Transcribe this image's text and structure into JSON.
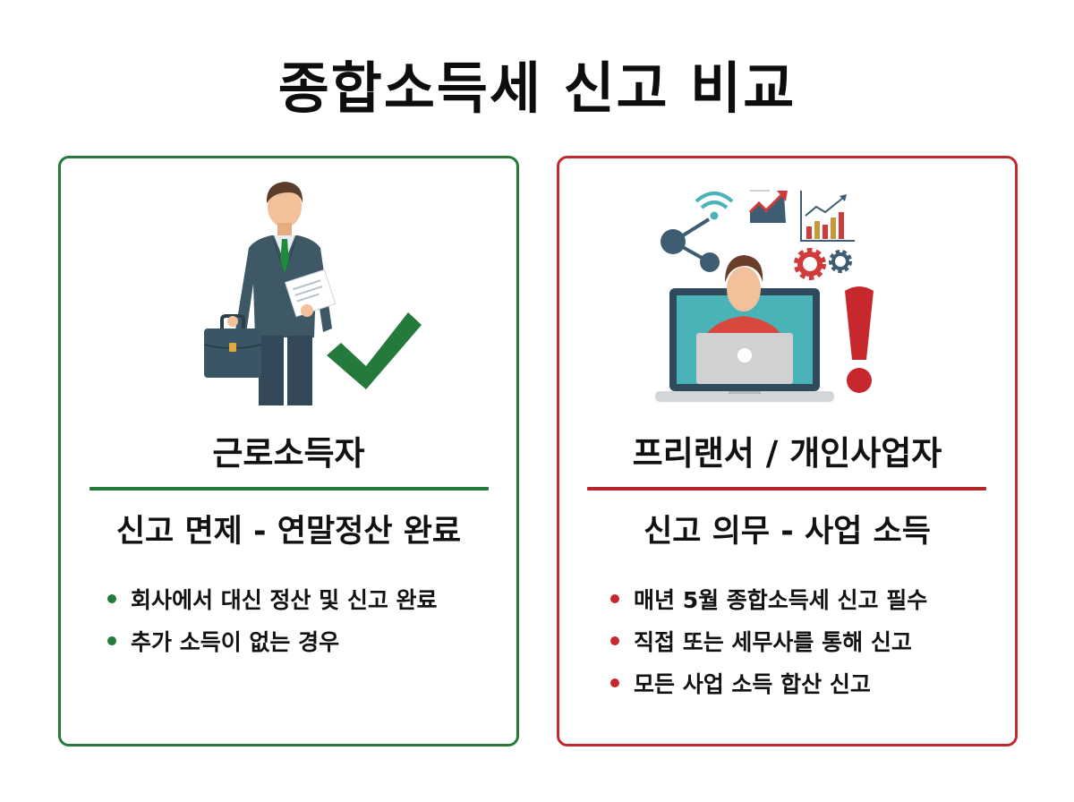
{
  "title": "종합소득세 신고 비교",
  "colors": {
    "green": "#237a3b",
    "red": "#c02a2d",
    "suit": "#3f5866",
    "skin": "#f2c19b",
    "hair": "#5a3d2b",
    "teal": "#4ab3b8"
  },
  "cards": [
    {
      "id": "employee",
      "heading": "근로소득자",
      "subheading": "신고 면제 - 연말정산 완료",
      "accent": "green",
      "illustration": "businessman-with-checkmark-icon",
      "bullets": [
        "회사에서 대신 정산 및 신고 완료",
        "추가 소득이 없는 경우"
      ]
    },
    {
      "id": "freelancer",
      "heading": "프리랜서 / 개인사업자",
      "subheading": "신고 의무 - 사업 소득",
      "accent": "red",
      "illustration": "freelancer-laptop-with-exclamation-icon",
      "bullets": [
        "매년 5월 종합소득세 신고 필수",
        "직접 또는 세무사를 통해 신고",
        "모든 사업 소득 합산 신고"
      ]
    }
  ]
}
